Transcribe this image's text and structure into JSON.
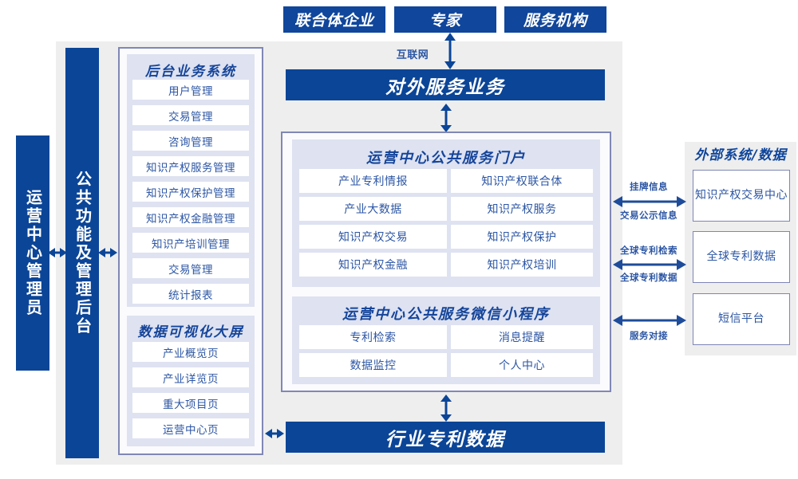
{
  "top_actors": [
    {
      "label": "联合体企业"
    },
    {
      "label": "专家"
    },
    {
      "label": "服务机构"
    }
  ],
  "internet_label": "互联网",
  "external_service_bar": "对外服务业务",
  "industry_patent_data_bar": "行业专利数据",
  "left_rails": [
    {
      "label": "运营中心管理员"
    },
    {
      "label": "公共功能及管理后台"
    }
  ],
  "backoffice": {
    "title": "后台业务系统",
    "items": [
      {
        "label": "用户管理"
      },
      {
        "label": "交易管理"
      },
      {
        "label": "咨询管理"
      },
      {
        "label": "知识产权服务管理"
      },
      {
        "label": "知识产权保护管理"
      },
      {
        "label": "知识产权金融管理"
      },
      {
        "label": "知识产培训管理"
      },
      {
        "label": "交易管理"
      },
      {
        "label": "统计报表"
      }
    ]
  },
  "dataviz": {
    "title": "数据可视化大屏",
    "items": [
      {
        "label": "产业概览页"
      },
      {
        "label": "产业详览页"
      },
      {
        "label": "重大项目页"
      },
      {
        "label": "运营中心页"
      }
    ]
  },
  "portal": {
    "title": "运营中心公共服务门户",
    "items_left": [
      {
        "label": "产业专利情报"
      },
      {
        "label": "产业大数据"
      },
      {
        "label": "知识产权交易"
      },
      {
        "label": "知识产权金融"
      }
    ],
    "items_right": [
      {
        "label": "知识产权联合体"
      },
      {
        "label": "知识产权服务"
      },
      {
        "label": "知识产权保护"
      },
      {
        "label": "知识产权培训"
      }
    ]
  },
  "miniprogram": {
    "title": "运营中心公共服务微信小程序",
    "items_left": [
      {
        "label": "专利检索"
      },
      {
        "label": "数据监控"
      }
    ],
    "items_right": [
      {
        "label": "消息提醒"
      },
      {
        "label": "个人中心"
      }
    ]
  },
  "external": {
    "title": "外部系统/数据",
    "boxes": [
      {
        "label": "知识产权交易中心"
      },
      {
        "label": "全球专利数据"
      },
      {
        "label": "短信平台"
      }
    ],
    "connections": [
      {
        "above": "挂牌信息",
        "below": "交易公示信息"
      },
      {
        "above": "全球专利检索",
        "below": "全球专利数据"
      },
      {
        "above": "",
        "below": "服务对接"
      }
    ]
  },
  "colors": {
    "brand_blue": "#0b4597",
    "accent_blue": "#2c56a4",
    "panel_grey": "#eeeeee",
    "lavender": "#dee2f1",
    "border_violet": "#8087b6"
  }
}
